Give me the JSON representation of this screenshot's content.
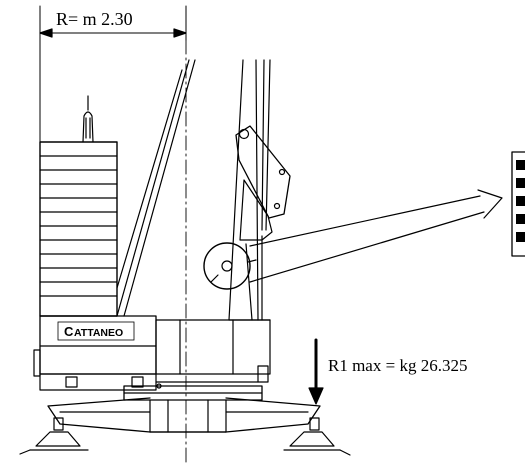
{
  "dimension_label": "R= m 2.30",
  "reaction_label": "R1 max = kg 26.325",
  "brand_text": "ATTANEO",
  "colors": {
    "ink": "#000000",
    "paper": "#ffffff"
  }
}
